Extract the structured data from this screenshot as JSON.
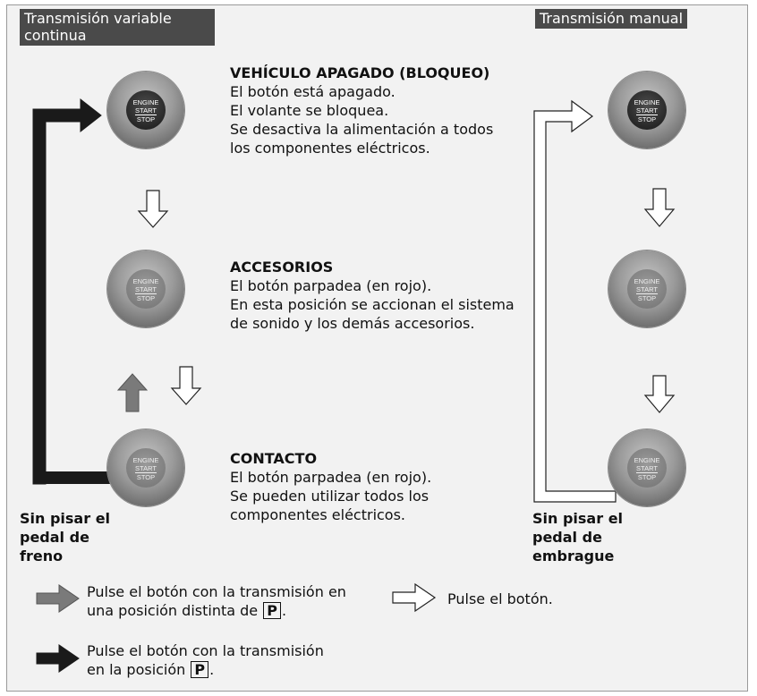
{
  "tags": {
    "cvt": "Transmisión variable continua",
    "manual": "Transmisión manual"
  },
  "states": {
    "off": {
      "title": "VEHÍCULO APAGADO (BLOQUEO)",
      "lines": [
        "El botón está apagado.",
        "El volante se bloquea.",
        "Se desactiva la alimentación a todos",
        "los componentes eléctricos."
      ]
    },
    "acc": {
      "title": "ACCESORIOS",
      "lines": [
        "El botón parpadea (en rojo).",
        "En esta posición se accionan el sistema",
        "de sonido y los demás accesorios."
      ]
    },
    "on": {
      "title": "CONTACTO",
      "lines": [
        "El botón parpadea (en rojo).",
        "Se pueden utilizar todos los",
        "componentes eléctricos."
      ]
    }
  },
  "engine_button": {
    "line1": "ENGINE",
    "line2": "START",
    "line3": "STOP"
  },
  "notes": {
    "cvt_brake": [
      "Sin pisar el",
      "pedal de",
      "freno"
    ],
    "mt_clutch": [
      "Sin pisar el",
      "pedal de",
      "embrague"
    ]
  },
  "legend": {
    "gray_line1": "Pulse el botón con la transmisión en",
    "gray_line2_before": "una posición distinta de",
    "gray_line2_after": ".",
    "black_line1": "Pulse el botón con la transmisión",
    "black_line2_before": "en la posición",
    "black_line2_after": ".",
    "white": "Pulse el botón.",
    "park": "P"
  },
  "colors": {
    "gray_arrow": "#7a7a7a",
    "black_arrow": "#1a1a1a",
    "white_arrow": "#ffffff",
    "tag_bg": "#4a4a4a",
    "panel_bg": "#f2f2f2"
  }
}
